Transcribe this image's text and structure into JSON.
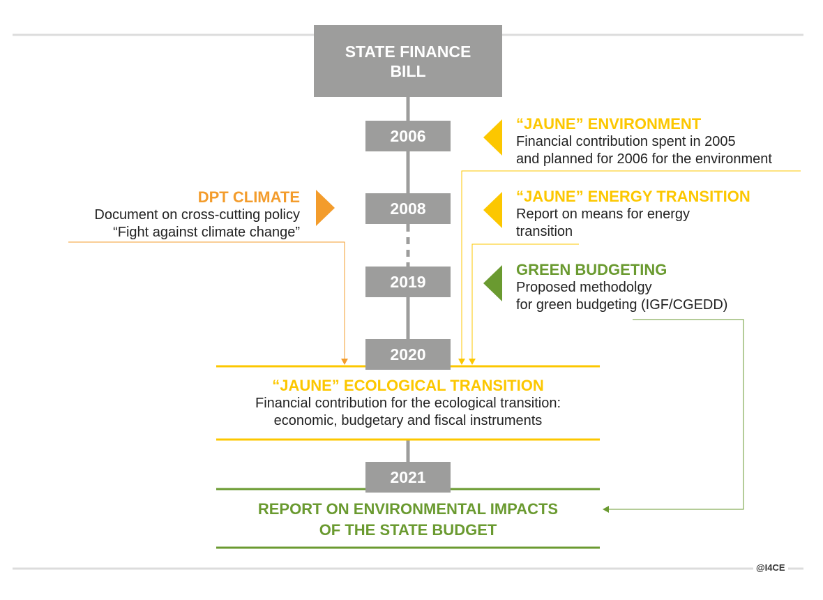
{
  "colors": {
    "gray": "#9d9d9c",
    "yellow": "#fcc700",
    "orange": "#f39c2c",
    "green": "#6a9a30",
    "rule": "#dcdcdc"
  },
  "header": {
    "title_line1": "STATE FINANCE",
    "title_line2": "BILL"
  },
  "years": [
    "2006",
    "2008",
    "2019",
    "2020",
    "2021"
  ],
  "right_items": [
    {
      "title": "“JAUNE” ENVIRONMENT",
      "line1": "Financial contribution spent in 2005",
      "line2": "and planned for 2006 for the environment"
    },
    {
      "title": "“JAUNE” ENERGY TRANSITION",
      "line1": "Report on means for energy",
      "line2": "transition"
    },
    {
      "title": "GREEN BUDGETING",
      "line1": "Proposed methodolgy",
      "line2": "for green budgeting (IGF/CGEDD)"
    }
  ],
  "left_item": {
    "title": "DPT CLIMATE",
    "line1": "Document on cross-cutting policy",
    "line2": "“Fight against climate change”"
  },
  "ecological": {
    "title": "“JAUNE” ECOLOGICAL TRANSITION",
    "line1": "Financial contribution for the ecological transition:",
    "line2": "economic, budgetary and fiscal instruments"
  },
  "report": {
    "line1": "REPORT ON ENVIRONMENTAL IMPACTS",
    "line2": "OF THE STATE BUDGET"
  },
  "credit": "@I4CE"
}
